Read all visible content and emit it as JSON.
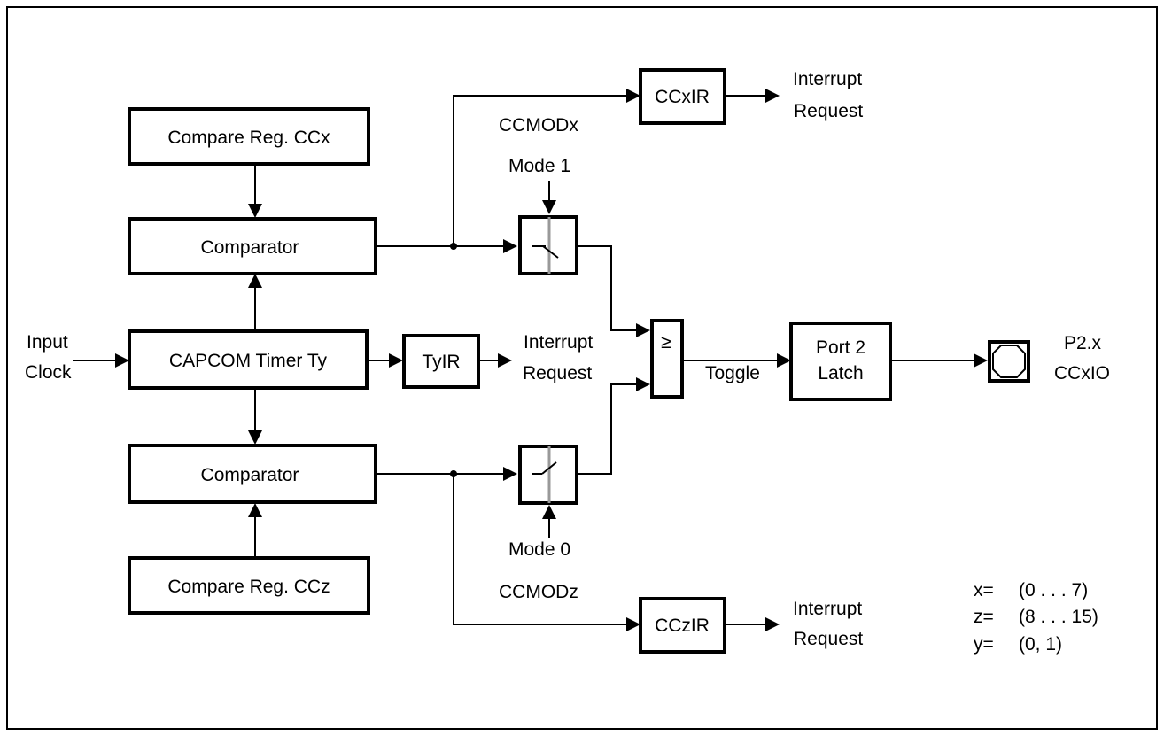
{
  "blocks": {
    "compare_ccx": "Compare Reg. CCx",
    "comparator_top": "Comparator",
    "capcom_timer": "CAPCOM Timer Ty",
    "tyir": "TyIR",
    "comparator_bottom": "Comparator",
    "compare_ccz": "Compare Reg. CCz",
    "ccxir": "CCxIR",
    "cczir": "CCzIR",
    "or_gate": "≥",
    "port_latch_line1": "Port 2",
    "port_latch_line2": "Latch"
  },
  "labels": {
    "input_line1": "Input",
    "input_line2": "Clock",
    "ccmodx": "CCMODx",
    "mode1": "Mode 1",
    "ccmodz": "CCMODz",
    "mode0": "Mode 0",
    "ccxir_int_line1": "Interrupt",
    "ccxir_int_line2": "Request",
    "tyir_int_line1": "Interrupt",
    "tyir_int_line2": "Request",
    "cczir_int_line1": "Interrupt",
    "cczir_int_line2": "Request",
    "toggle": "Toggle",
    "pin_line1": "P2.x",
    "pin_line2": "CCxIO"
  },
  "legend": {
    "x_key": "x=",
    "x_val": "(0 . . . 7)",
    "z_key": "z=",
    "z_val": "(8 . . . 15)",
    "y_key": "y=",
    "y_val": "(0, 1)"
  }
}
